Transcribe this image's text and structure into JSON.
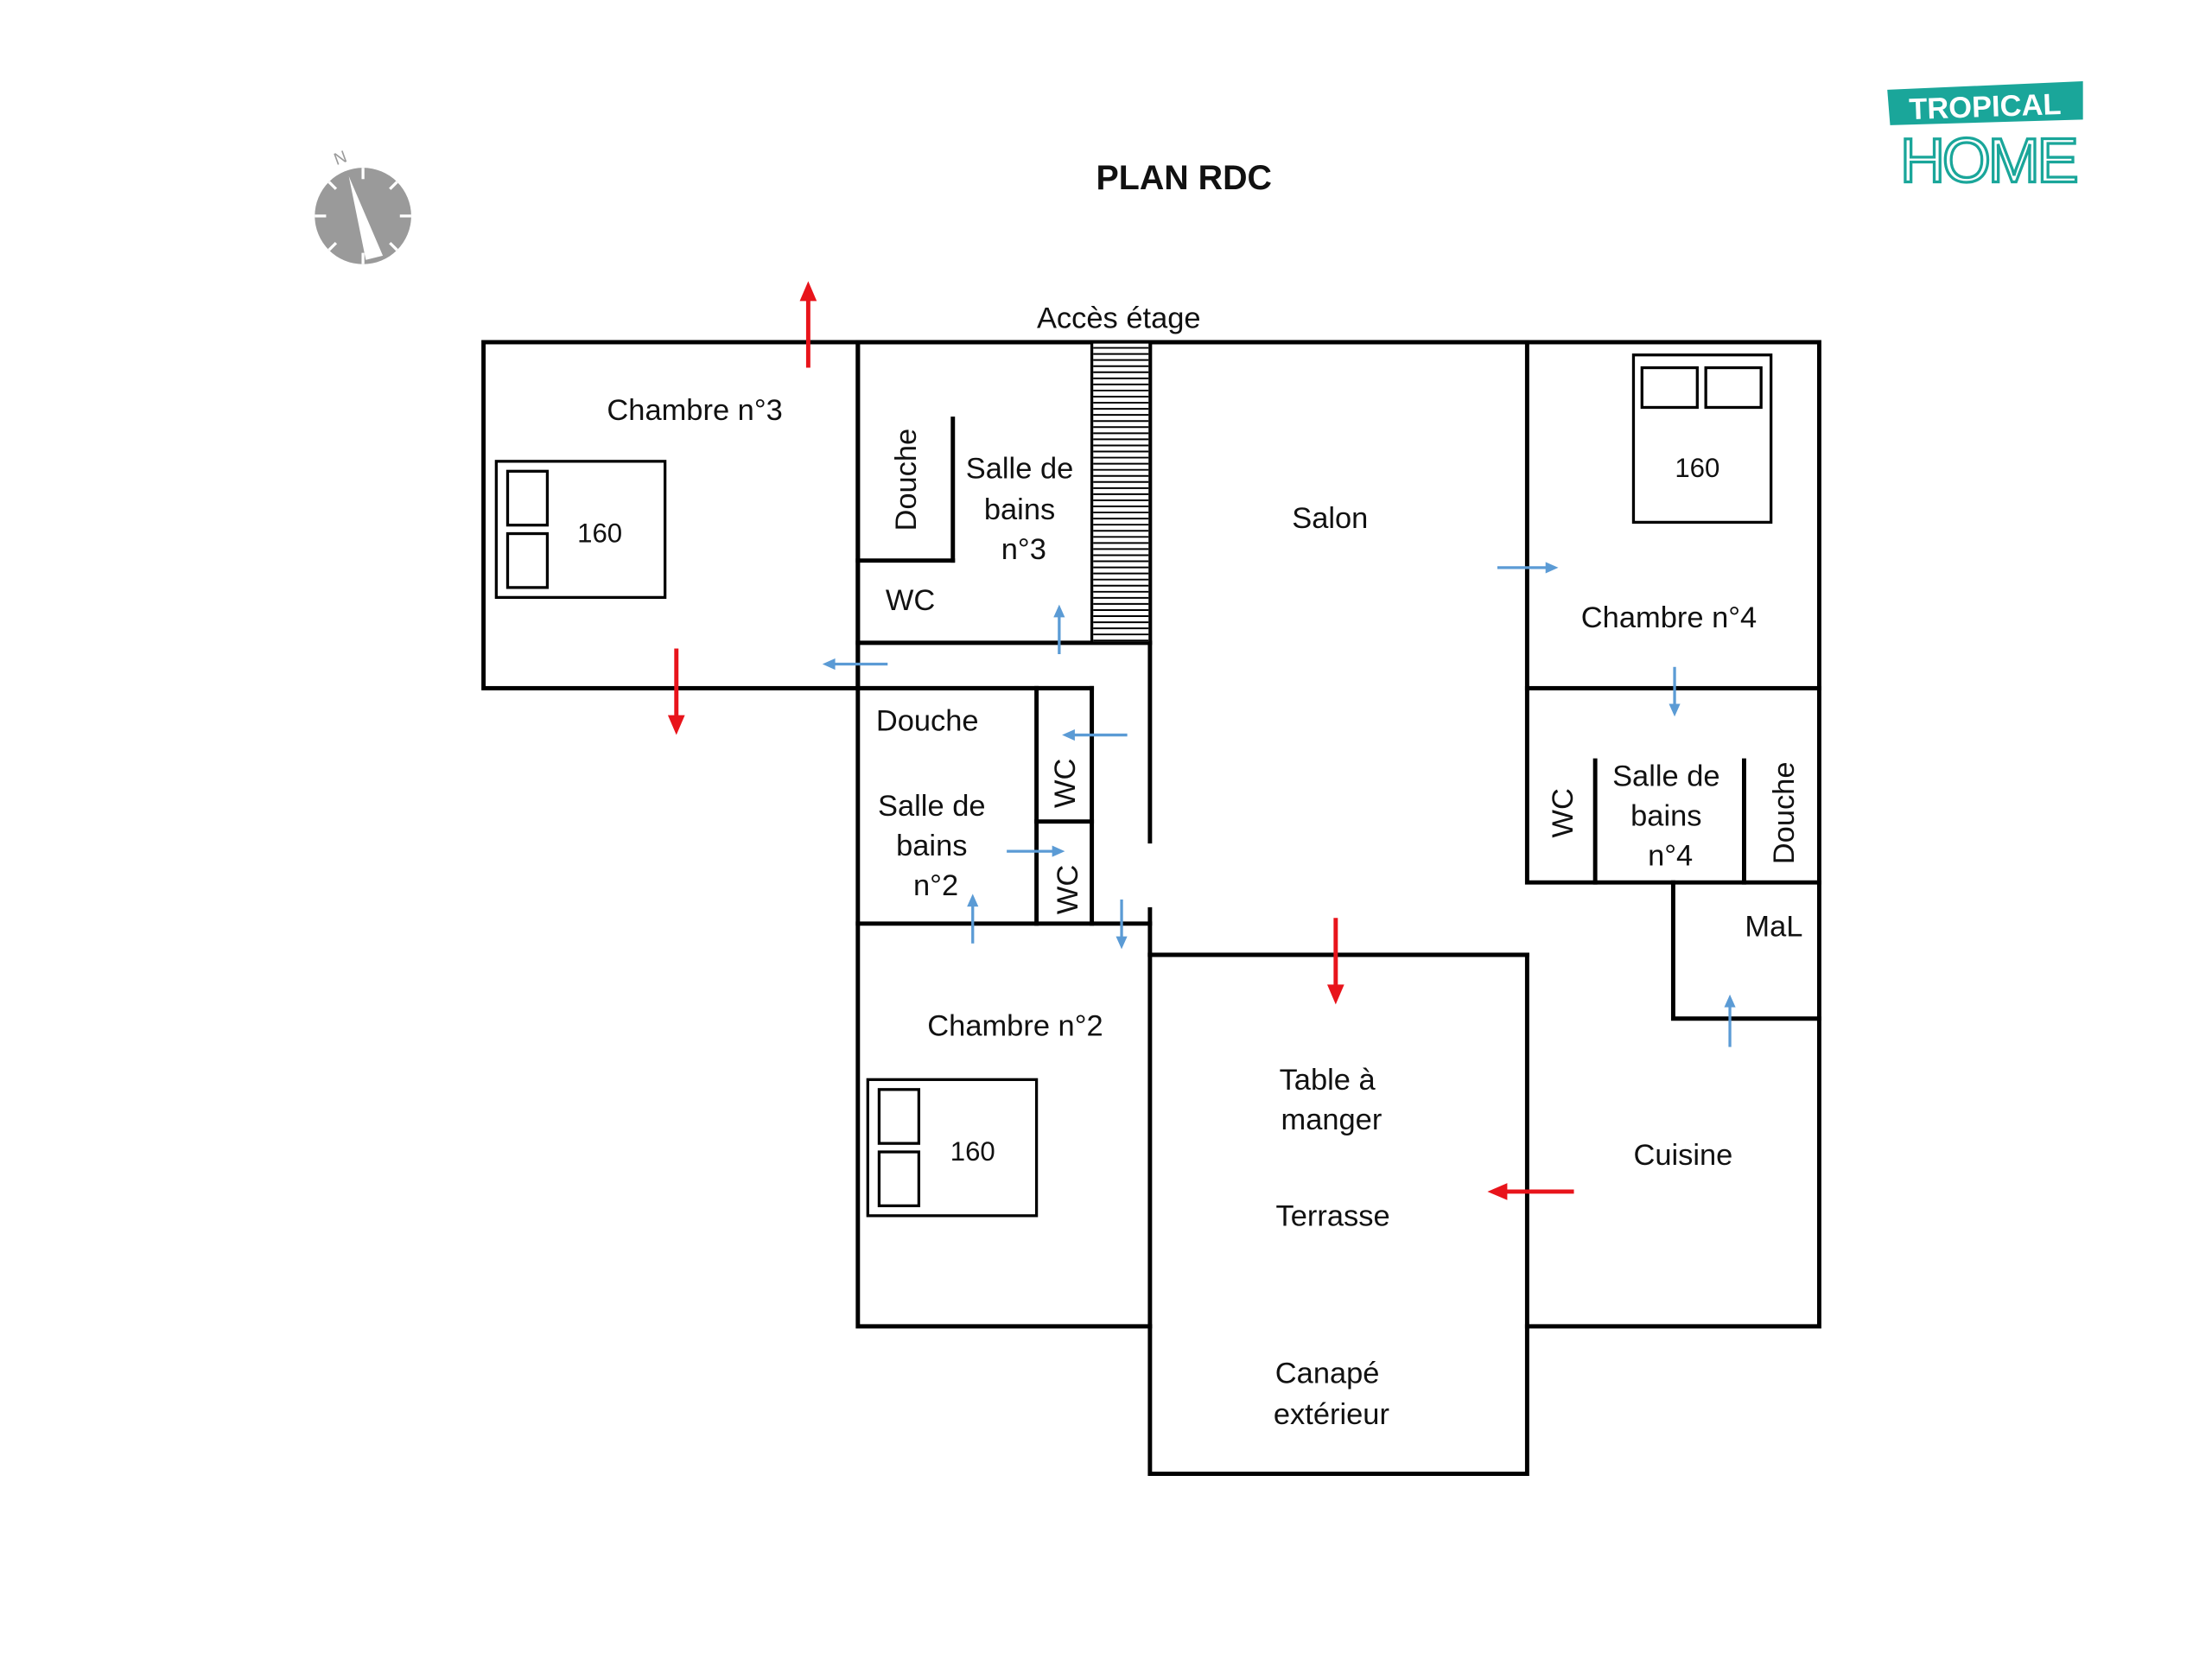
{
  "title": "PLAN RDC",
  "compass": {
    "letter": "N"
  },
  "logo": {
    "top_word": "TROPICAL",
    "bottom_word": "HOME",
    "color": "#1aa69a"
  },
  "colors": {
    "wall": "#000000",
    "access_arrow": "#e8141b",
    "door_arrow": "#5b9bd5",
    "compass": "#9a9a9a"
  },
  "rooms": {
    "chambre3": "Chambre n°3",
    "chambre2": "Chambre n°2",
    "chambre4": "Chambre n°4",
    "salon": "Salon",
    "cuisine": "Cuisine",
    "mal": "MaL",
    "acces_etage": "Accès étage",
    "sdb3": [
      "Salle de",
      "bains",
      "n°3"
    ],
    "sdb2": [
      "Salle de",
      "bains",
      "n°2"
    ],
    "sdb4": [
      "Salle de",
      "bains",
      "n°4"
    ],
    "terrasse": {
      "table": [
        "Table à",
        "manger"
      ],
      "name": "Terrasse",
      "canape": [
        "Canapé",
        "extérieur"
      ]
    }
  },
  "fixtures": {
    "douche": "Douche",
    "wc": "WC",
    "bed_size": "160"
  }
}
